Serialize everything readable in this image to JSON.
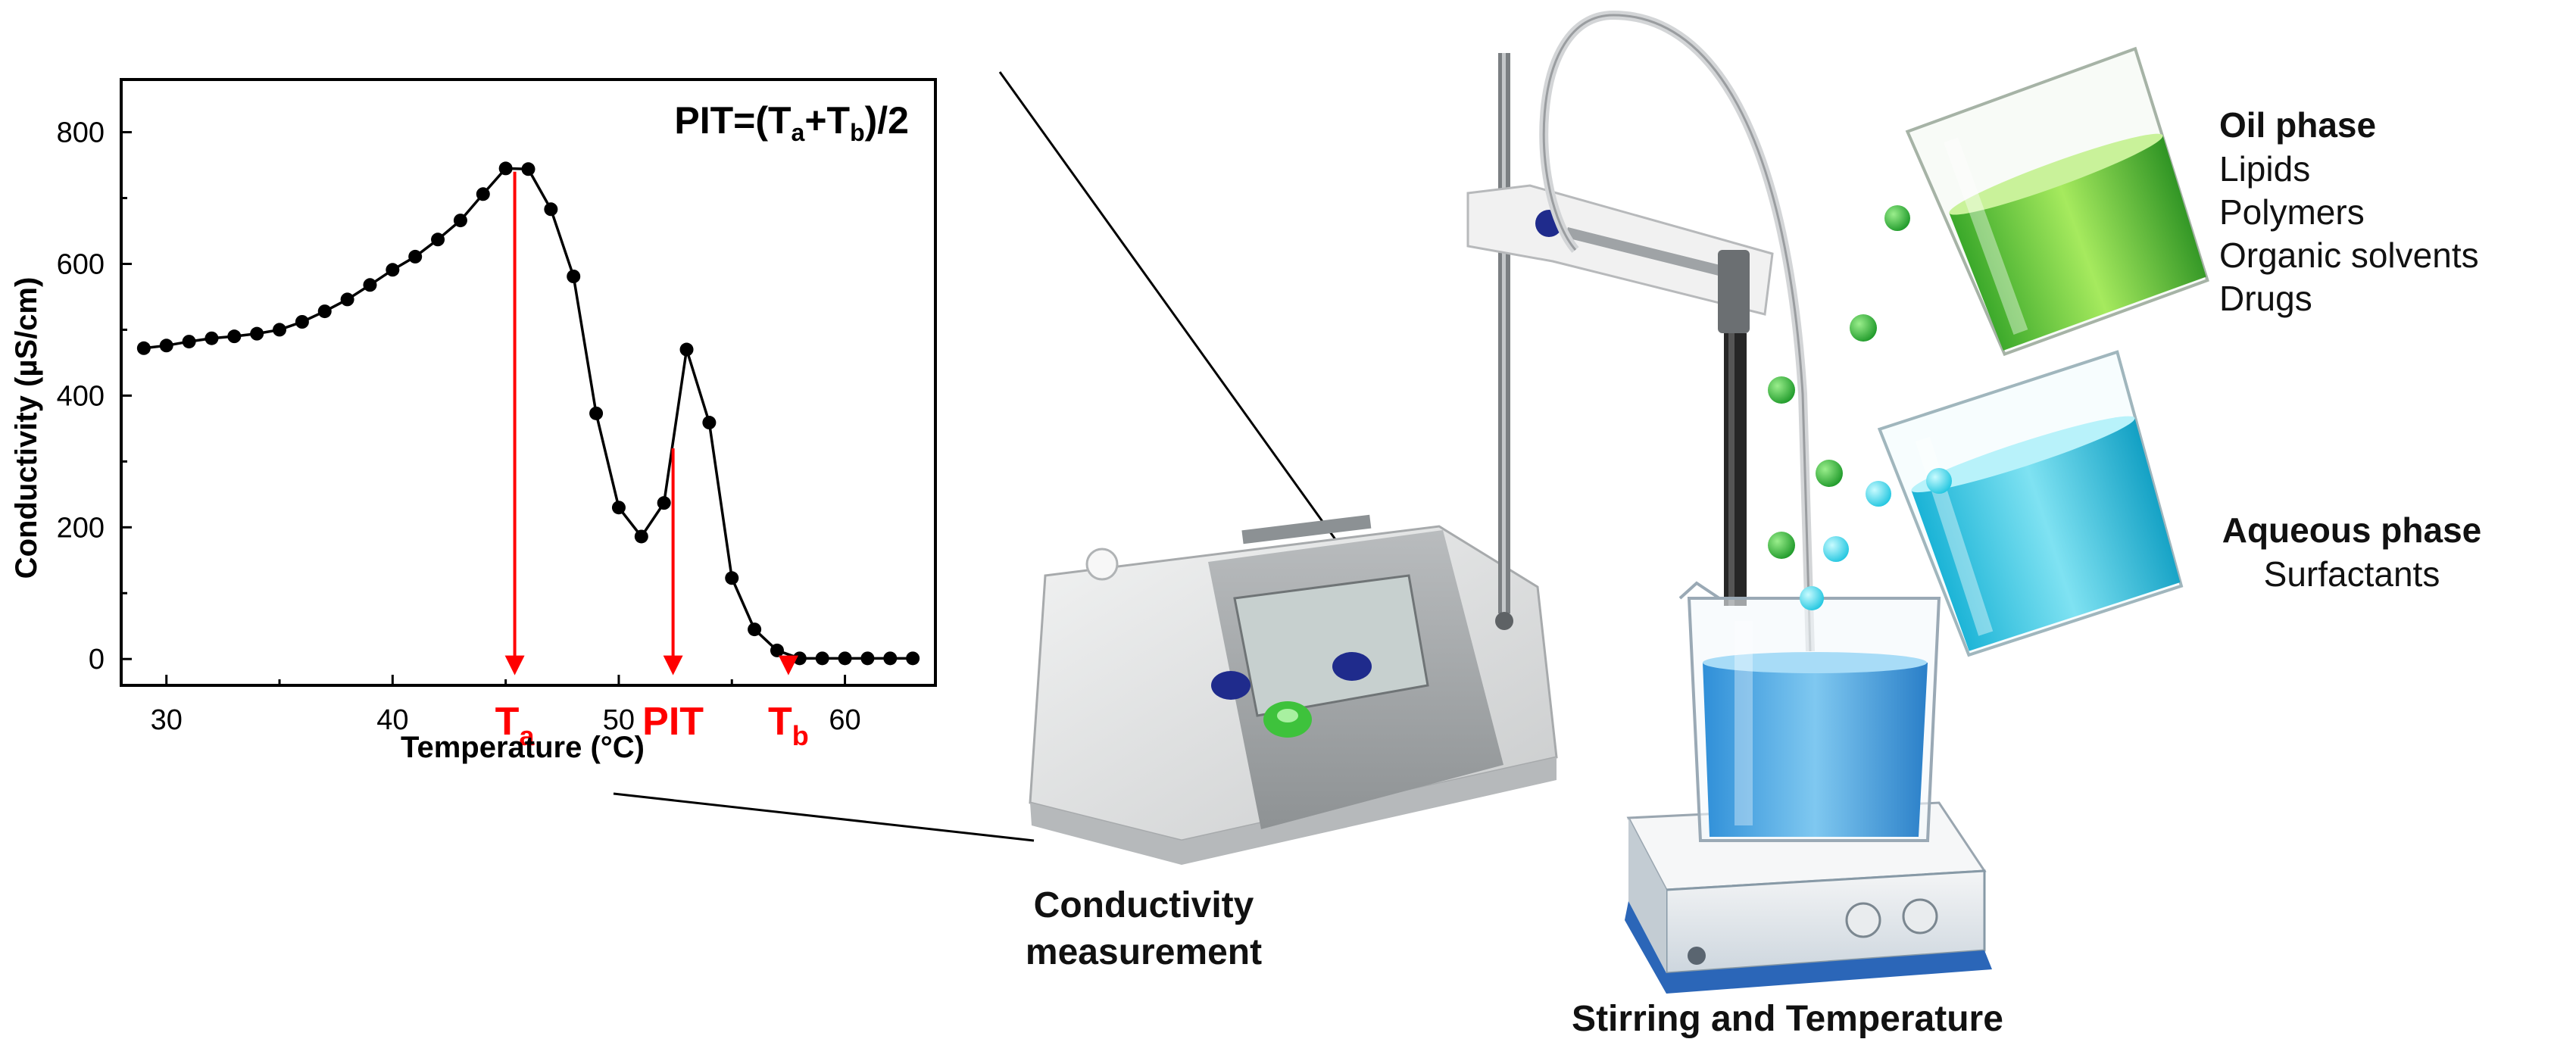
{
  "colors": {
    "axis": "#000000",
    "series": "#000000",
    "marker_arrow": "#ff0000",
    "aqueous_blue": "#33c8e0",
    "oil_green": "#4fc235",
    "device_grey": "#d9dadb"
  },
  "chart_data": {
    "type": "line",
    "title": "PIT=(Ta+Tb)/2",
    "title_parts": {
      "a": "PIT=(T",
      "sub1": "a",
      "b": "+T",
      "sub2": "b",
      "c": ")/2"
    },
    "xlabel": "Temperature (°C)",
    "ylabel": "Conductivity (µS/cm)",
    "xlim": [
      28,
      64
    ],
    "ylim": [
      -40,
      880
    ],
    "x_ticks": [
      30,
      40,
      50,
      60
    ],
    "y_ticks": [
      0,
      200,
      400,
      600,
      800
    ],
    "x_tick_labels": [
      "30",
      "40",
      "50",
      "60"
    ],
    "y_tick_labels": [
      "0",
      "200",
      "400",
      "600",
      "800"
    ],
    "grid": false,
    "series": [
      {
        "x": [
          29,
          30,
          31,
          32,
          33,
          34,
          35,
          36,
          37,
          38,
          39,
          40,
          41,
          42,
          43,
          44,
          45,
          46,
          47,
          48,
          49,
          50,
          51,
          52,
          53,
          54,
          55,
          56,
          57,
          58,
          59,
          60,
          61,
          62,
          63
        ],
        "y": [
          472,
          476,
          482,
          487,
          490,
          494,
          500,
          512,
          528,
          546,
          568,
          591,
          611,
          637,
          666,
          706,
          745,
          744,
          683,
          581,
          373,
          230,
          186,
          237,
          470,
          359,
          123,
          45,
          13,
          1,
          1,
          1,
          1,
          1,
          1
        ]
      }
    ],
    "annotations": [
      {
        "label": "T",
        "sub": "a",
        "x": 45.4,
        "y_from": 740,
        "y_to": -20
      },
      {
        "label": "PIT",
        "sub": "",
        "x": 52.4,
        "y_from": 320,
        "y_to": -20
      },
      {
        "label": "T",
        "sub": "b",
        "x": 57.5,
        "y_from": 5,
        "y_to": -20
      }
    ]
  },
  "labels": {
    "conductivity_line1": "Conductivity",
    "conductivity_line2": "measurement",
    "stirring": "Stirring and Temperature",
    "oil_title": "Oil phase",
    "oil_items": [
      "Lipids",
      "Polymers",
      "Organic solvents",
      "Drugs"
    ],
    "aqueous_title": "Aqueous phase",
    "aqueous_items": [
      "Surfactants"
    ]
  },
  "icons": [
    "conductivity-meter-icon",
    "stirrer-stand-icon",
    "beaker-icon",
    "hotplate-stirrer-icon",
    "droplet-icon"
  ]
}
